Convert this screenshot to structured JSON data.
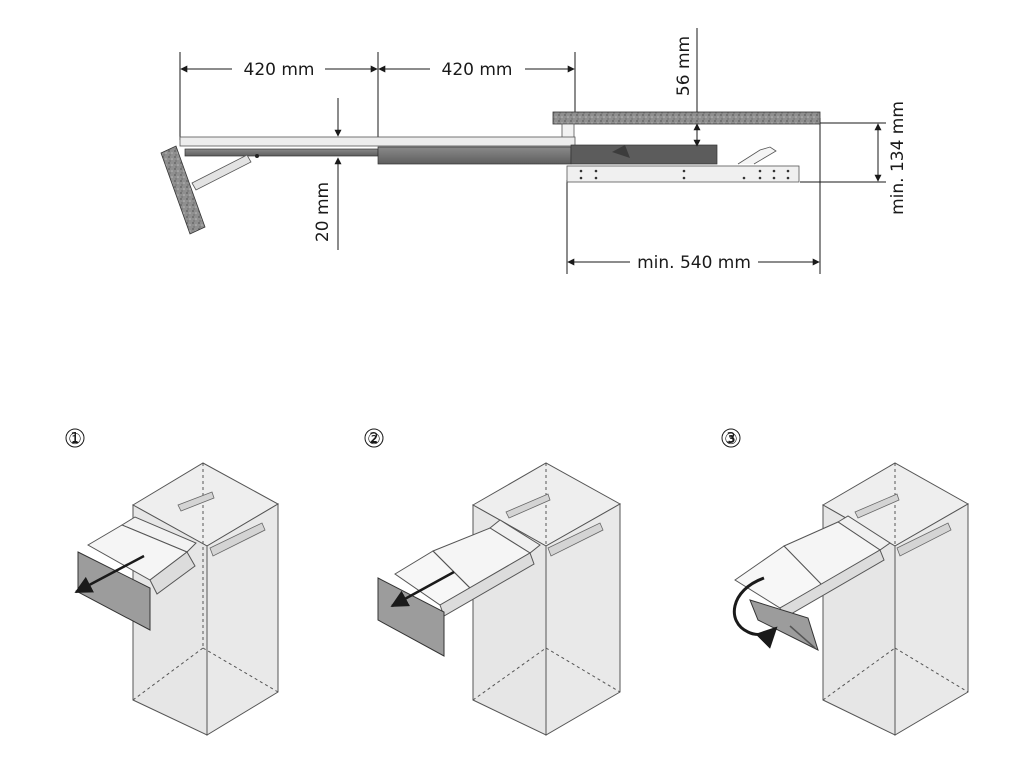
{
  "top_view": {
    "dim_width_left": "420 mm",
    "dim_width_right": "420 mm",
    "dim_board_gap": "20 mm",
    "dim_top_clearance": "56 mm",
    "dim_min_depth": "min. 540 mm",
    "dim_min_height": "min. 134 mm"
  },
  "steps": [
    {
      "number": "①"
    },
    {
      "number": "②"
    },
    {
      "number": "③"
    }
  ],
  "colors": {
    "line": "#1a1a1a",
    "worktop": "#8c8c8c",
    "rail_dark": "#6e6e6e",
    "panel_light": "#e6e6e6",
    "cabinet": "#e9e9e9",
    "front_gray": "#9c9c9c"
  }
}
